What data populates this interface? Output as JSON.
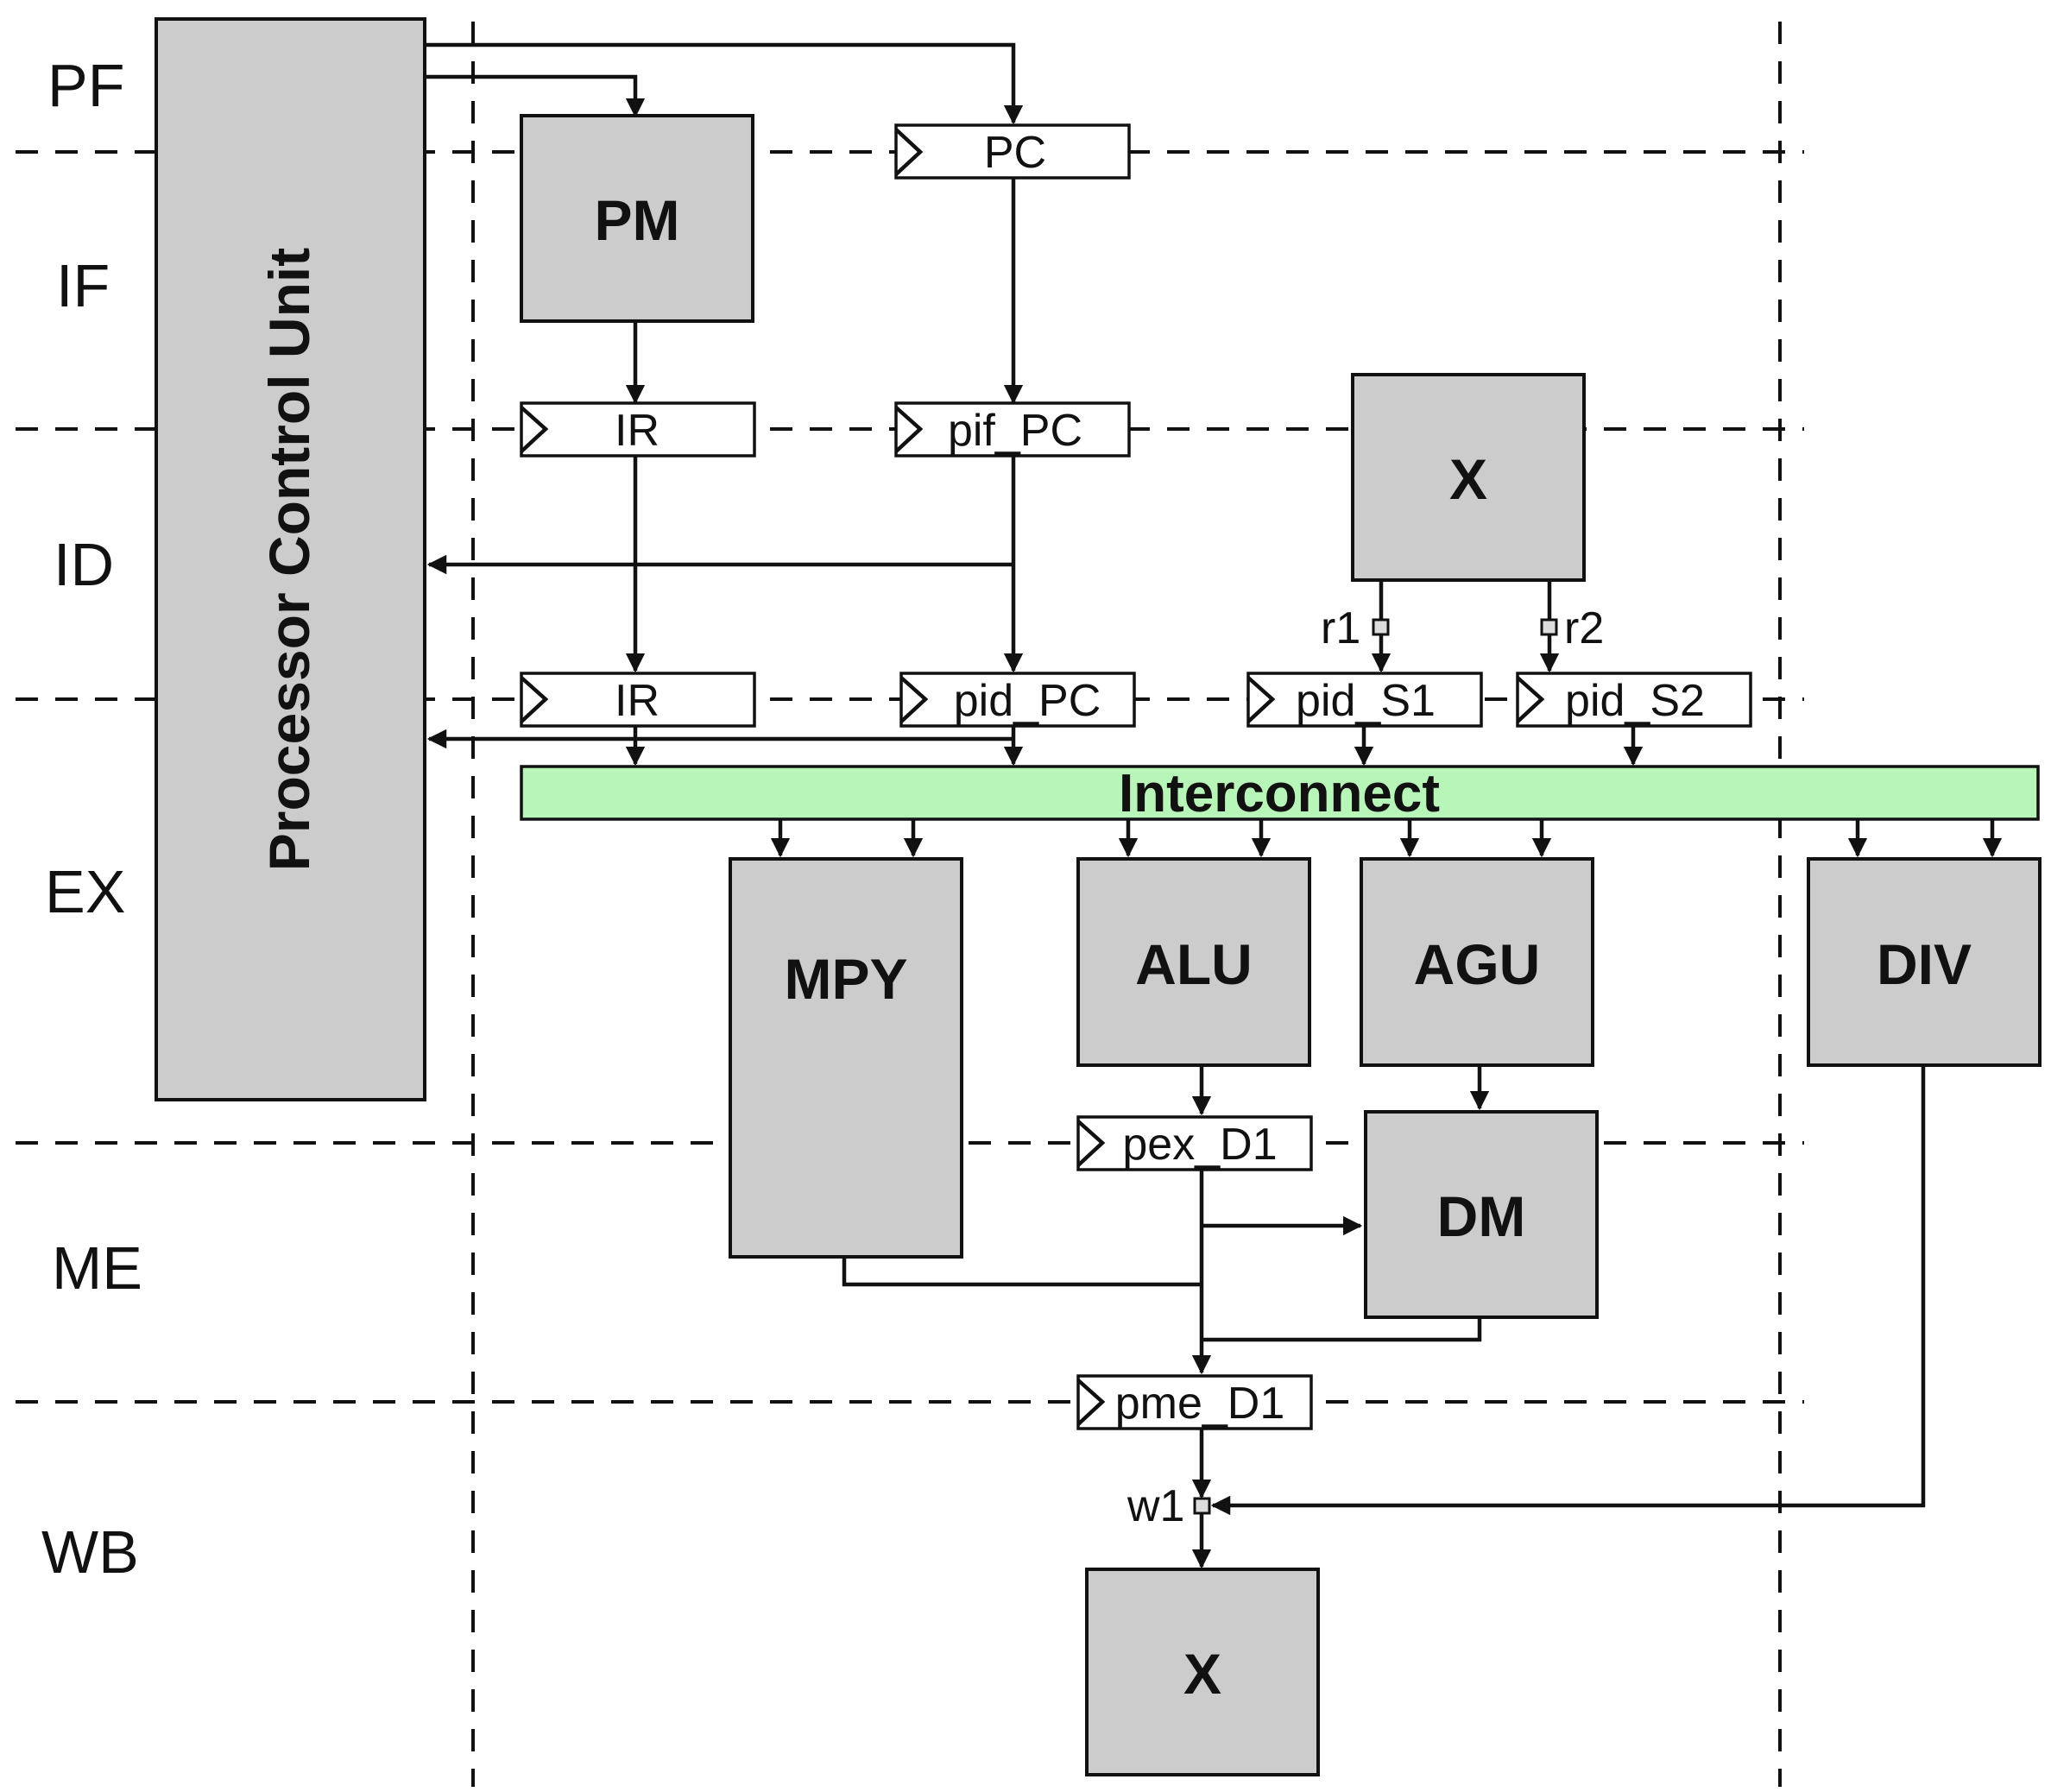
{
  "stages": [
    "PF",
    "IF",
    "ID",
    "EX",
    "ME",
    "WB"
  ],
  "control_unit": {
    "label": "Processor Control Unit"
  },
  "blocks": {
    "pm": "PM",
    "x_top": "X",
    "mpy": "MPY",
    "alu": "ALU",
    "agu": "AGU",
    "div": "DIV",
    "dm": "DM",
    "x_bottom": "X"
  },
  "registers": {
    "pc": "PC",
    "ir_if": "IR",
    "pif_pc": "pif_PC",
    "ir_id": "IR",
    "pid_pc": "pid_PC",
    "pid_s1": "pid_S1",
    "pid_s2": "pid_S2",
    "pex_d1": "pex_D1",
    "pme_d1": "pme_D1"
  },
  "interconnect": {
    "label": "Interconnect"
  },
  "ports": {
    "r1": "r1",
    "r2": "r2",
    "w1": "w1"
  },
  "colors": {
    "block_fill": "#cccccc",
    "register_fill": "#ffffff",
    "interconnect_fill": "#b8f5b8",
    "line": "#111111"
  }
}
